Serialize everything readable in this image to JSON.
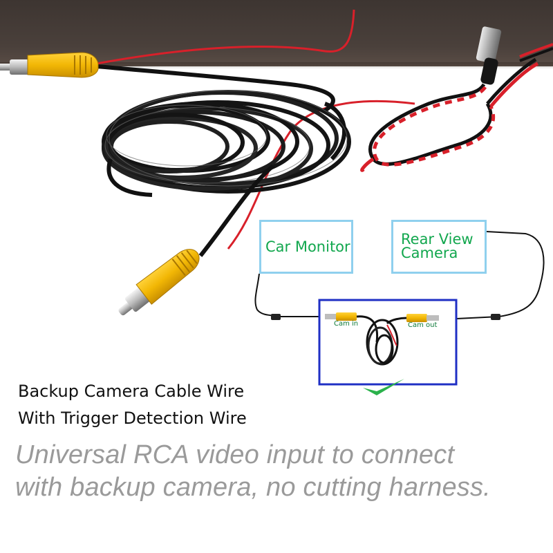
{
  "diagram": {
    "monitor_label": "Car Monitor",
    "camera_label_line1": "Rear View",
    "camera_label_line2": "Camera",
    "cam_in_label": "Cam in",
    "cam_out_label": "Cam out"
  },
  "caption": {
    "heading_line1": "Backup Camera Cable Wire",
    "heading_line2": "With Trigger Detection Wire",
    "sub_line1": "Universal RCA video input to connect",
    "sub_line2": "with backup camera, no cutting harness."
  },
  "colors": {
    "connector_yellow": "#f2b705",
    "signal_wire_red": "#d8202a",
    "cable_black": "#111111",
    "label_border": "#8fd0ee",
    "label_text_green": "#12a74e",
    "frame_blue": "#1f2fc4",
    "check_green": "#2bb24c",
    "caption_gray": "#9a9a9a"
  }
}
